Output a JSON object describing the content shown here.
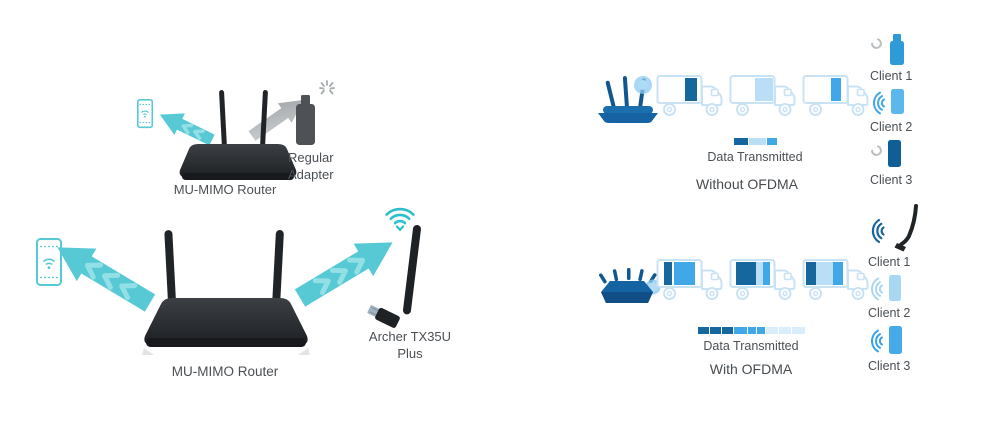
{
  "colors": {
    "teal": "#56c9d5",
    "teal_light": "#92e0e6",
    "teal_wifi": "#2bbfca",
    "arrow_gray_light": "#cdd1d3",
    "arrow_gray_dark": "#9ea3a7",
    "adapter_gray": "#4e5257",
    "device_black": "#212427",
    "router_dark_top": "#3c4045",
    "router_dark_bottom": "#1d2023",
    "router_blue": "#1563a3",
    "glow_blue": "#8ecaf1",
    "blue_dark": "#16679e",
    "blue_medium": "#41a8e8",
    "blue_pale": "#b9def5",
    "blue_paler": "#d9edfb",
    "truck_outline": "#c9e3f5",
    "status_gray": "#b9bec2",
    "text": "#4b5055"
  },
  "left": {
    "top": {
      "adapter_label": "Regular Adapter",
      "router_label": "MU-MIMO Router"
    },
    "bottom": {
      "adapter_label": "Archer TX35U Plus",
      "router_label": "MU-MIMO Router"
    }
  },
  "right": {
    "without": {
      "title": "Without OFDMA",
      "legend_label": "Data Transmitted",
      "legend_segments": [
        {
          "color": "blue_dark",
          "w": 14
        },
        {
          "color": "blue_pale",
          "w": 17
        },
        {
          "color": "blue_medium",
          "w": 10
        }
      ],
      "trucks": [
        {
          "cargo": [
            {
              "color": "blue_dark",
              "x": 27,
              "w": 12
            }
          ]
        },
        {
          "cargo": [
            {
              "color": "blue_pale",
              "x": 24,
              "w": 18
            }
          ]
        },
        {
          "cargo": [
            {
              "color": "blue_medium",
              "x": 27,
              "w": 10
            }
          ]
        }
      ],
      "clients": [
        {
          "label": "Client 1",
          "device": "usb-adapter",
          "device_color": "#2f9ad8",
          "status": "waiting"
        },
        {
          "label": "Client 2",
          "device": "usb-adapter",
          "device_color": "#5cb8ec",
          "status": "receiving",
          "signal_color": "#41a8e8"
        },
        {
          "label": "Client 3",
          "device": "usb-adapter",
          "device_color": "#0f5f96",
          "status": "waiting"
        }
      ]
    },
    "with": {
      "title": "With OFDMA",
      "legend_label": "Data Transmitted",
      "legend_segments": [
        {
          "color": "blue_dark",
          "w": 11
        },
        {
          "color": "blue_dark",
          "w": 11
        },
        {
          "color": "blue_dark",
          "w": 11
        },
        {
          "color": "blue_medium",
          "w": 13
        },
        {
          "color": "blue_medium",
          "w": 8
        },
        {
          "color": "blue_medium",
          "w": 8
        },
        {
          "color": "blue_paler",
          "w": 12
        },
        {
          "color": "blue_paler",
          "w": 12
        },
        {
          "color": "blue_paler",
          "w": 13
        }
      ],
      "trucks": [
        {
          "cargo": [
            {
              "color": "blue_dark",
              "x": 6,
              "w": 8
            },
            {
              "color": "blue_medium",
              "x": 16,
              "w": 21
            }
          ]
        },
        {
          "cargo": [
            {
              "color": "blue_dark",
              "x": 5,
              "w": 20
            },
            {
              "color": "blue_pale",
              "x": 25,
              "w": 7
            },
            {
              "color": "blue_medium",
              "x": 32,
              "w": 7
            }
          ]
        },
        {
          "cargo": [
            {
              "color": "blue_dark",
              "x": 2,
              "w": 10
            },
            {
              "color": "blue_pale",
              "x": 12,
              "w": 17
            },
            {
              "color": "blue_medium",
              "x": 29,
              "w": 10
            }
          ]
        }
      ],
      "clients": [
        {
          "label": "Client 1",
          "device": "antenna",
          "status": "receiving",
          "signal_color": "#16679e"
        },
        {
          "label": "Client 2",
          "device": "bar",
          "device_color": "#a9d7f3",
          "status": "receiving",
          "signal_color": "#a9d7f3"
        },
        {
          "label": "Client 3",
          "device": "bar",
          "device_color": "#45aae9",
          "status": "receiving",
          "signal_color": "#37a3e4"
        }
      ]
    }
  }
}
